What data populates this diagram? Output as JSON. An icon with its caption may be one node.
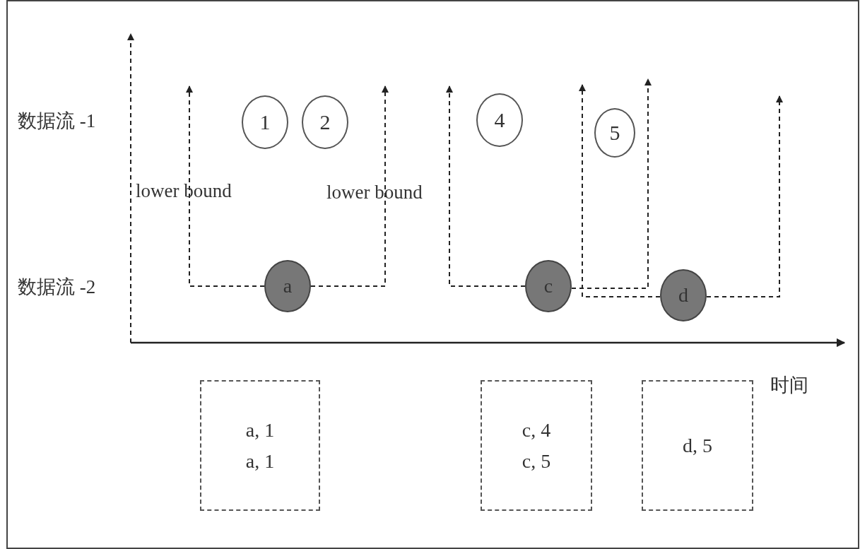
{
  "diagram": {
    "nodes": [
      {
        "text": [
          "1"
        ]
      },
      {
        "text": [
          "2"
        ]
      },
      {
        "text": [
          "4"
        ]
      },
      {
        "text": [
          "5"
        ]
      },
      {
        "text": [
          "a"
        ]
      },
      {
        "text": [
          "c"
        ]
      },
      {
        "text": [
          "d"
        ]
      },
      {
        "text": [
          "a, 1",
          "a, 1"
        ]
      },
      {
        "text": [
          "c, 4",
          "c, 5"
        ]
      },
      {
        "text": [
          "d, 5"
        ]
      }
    ],
    "edges": [
      {
        "from": 4,
        "to": null,
        "arrow": "to",
        "style": "dashed"
      },
      {
        "from": 4,
        "to": null,
        "arrow": "to",
        "style": "dashed"
      },
      {
        "from": 5,
        "to": null,
        "arrow": "to",
        "style": "dashed"
      },
      {
        "from": 5,
        "to": null,
        "arrow": "to",
        "style": "dashed"
      },
      {
        "from": 6,
        "to": null,
        "arrow": "to",
        "style": "dashed"
      },
      {
        "from": 6,
        "to": null,
        "arrow": "to",
        "style": "dashed"
      }
    ],
    "labels": [
      "数据流 -1",
      "数据流 -2",
      "lower bound",
      "lower bound",
      "时间"
    ]
  }
}
